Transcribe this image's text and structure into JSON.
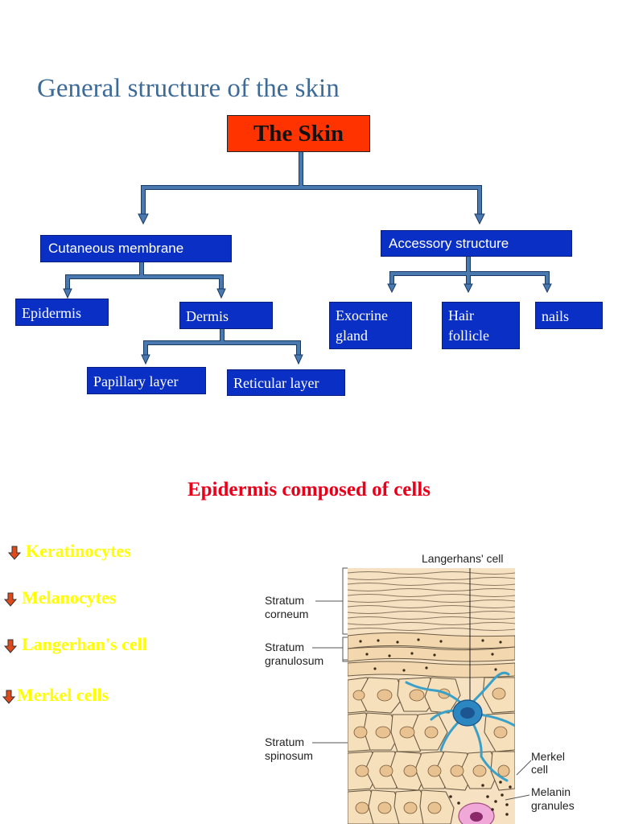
{
  "title": "General structure of the skin",
  "tree": {
    "root": "The Skin",
    "cutaneous": "Cutaneous membrane",
    "accessory": "Accessory structure",
    "epidermis": "Epidermis",
    "dermis": "Dermis",
    "papillary": "Papillary layer",
    "reticular": "Reticular layer",
    "exocrine_1": "Exocrine",
    "exocrine_2": "gland",
    "hair_1": "Hair",
    "hair_2": "follicle",
    "nails": "nails"
  },
  "cells": {
    "heading": "Epidermis composed of  cells",
    "items": [
      "Keratinocytes",
      "Melanocytes",
      "Langerhan's cell",
      "Merkel cells"
    ]
  },
  "figure": {
    "langerhans": "Langerhans' cell",
    "corneum_1": "Stratum",
    "corneum_2": "corneum",
    "granulosum_1": "Stratum",
    "granulosum_2": "granulosum",
    "spinosum_1": "Stratum",
    "spinosum_2": "spinosum",
    "merkel_1": "Merkel",
    "merkel_2": "cell",
    "melanin_1": "Melanin",
    "melanin_2": "granules"
  },
  "colors": {
    "title": "#3d6a97",
    "root_fill": "#ff3300",
    "node_fill": "#0a2fc4",
    "connector": "#4a79b0",
    "heading": "#e8001a",
    "cell_items": "#ffff00"
  }
}
